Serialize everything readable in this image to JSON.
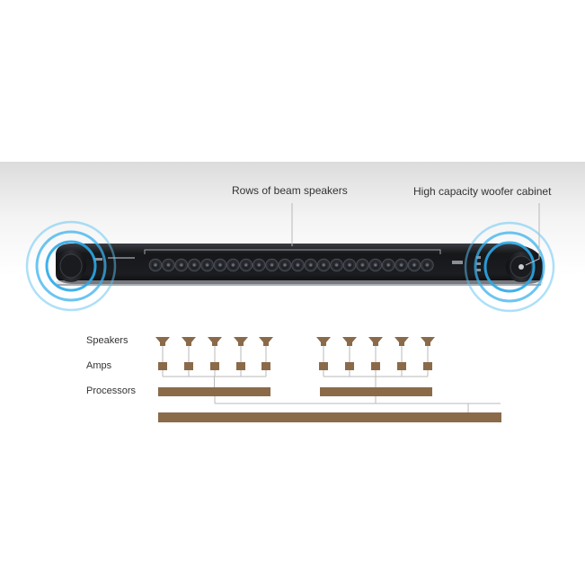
{
  "callouts": {
    "beam": "Rows of beam speakers",
    "woofer": "High capacity woofer cabinet"
  },
  "diagram": {
    "row_labels": {
      "speakers": "Speakers",
      "amps": "Amps",
      "processors": "Processors"
    },
    "speakers_per_group": 5,
    "groups": 2
  },
  "colors": {
    "accent": "#8b6a4a",
    "glow": "#2aa8e8",
    "bar_body": "#1e1f22",
    "line": "#b8b8b8"
  }
}
